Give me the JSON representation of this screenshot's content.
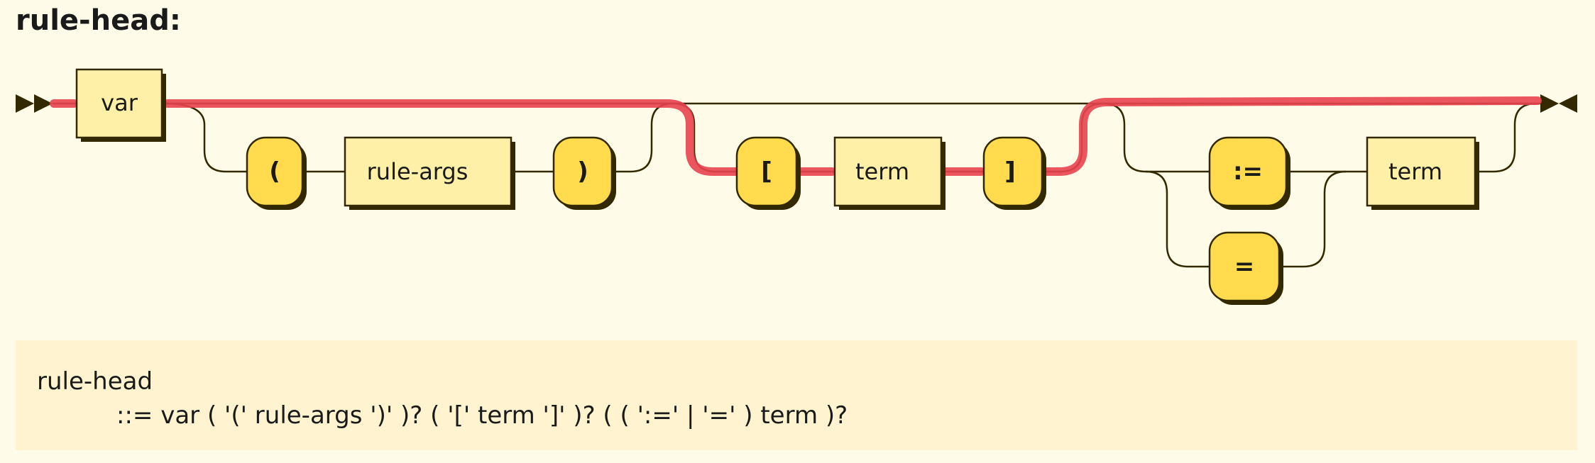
{
  "diagram": {
    "title": "rule-head:",
    "nodes": {
      "var": "var",
      "lparen": "(",
      "rule_args": "rule-args",
      "rparen": ")",
      "lbracket": "[",
      "term1": "term",
      "rbracket": "]",
      "assign": ":=",
      "equals": "=",
      "term2": "term"
    }
  },
  "ebnf": {
    "rule_name": "rule-head",
    "definition": "::= var ( '(' rule-args ')' )? ( '[' term ']' )? ( ( ':=' | '=' ) term )?"
  },
  "colors": {
    "background": "#fffbe9",
    "nonterminal_fill": "#fff0a8",
    "terminal_fill": "#ffdb4d",
    "line": "#332900",
    "highlight": "#e8424f",
    "ebnf_background": "#fff4cf"
  }
}
